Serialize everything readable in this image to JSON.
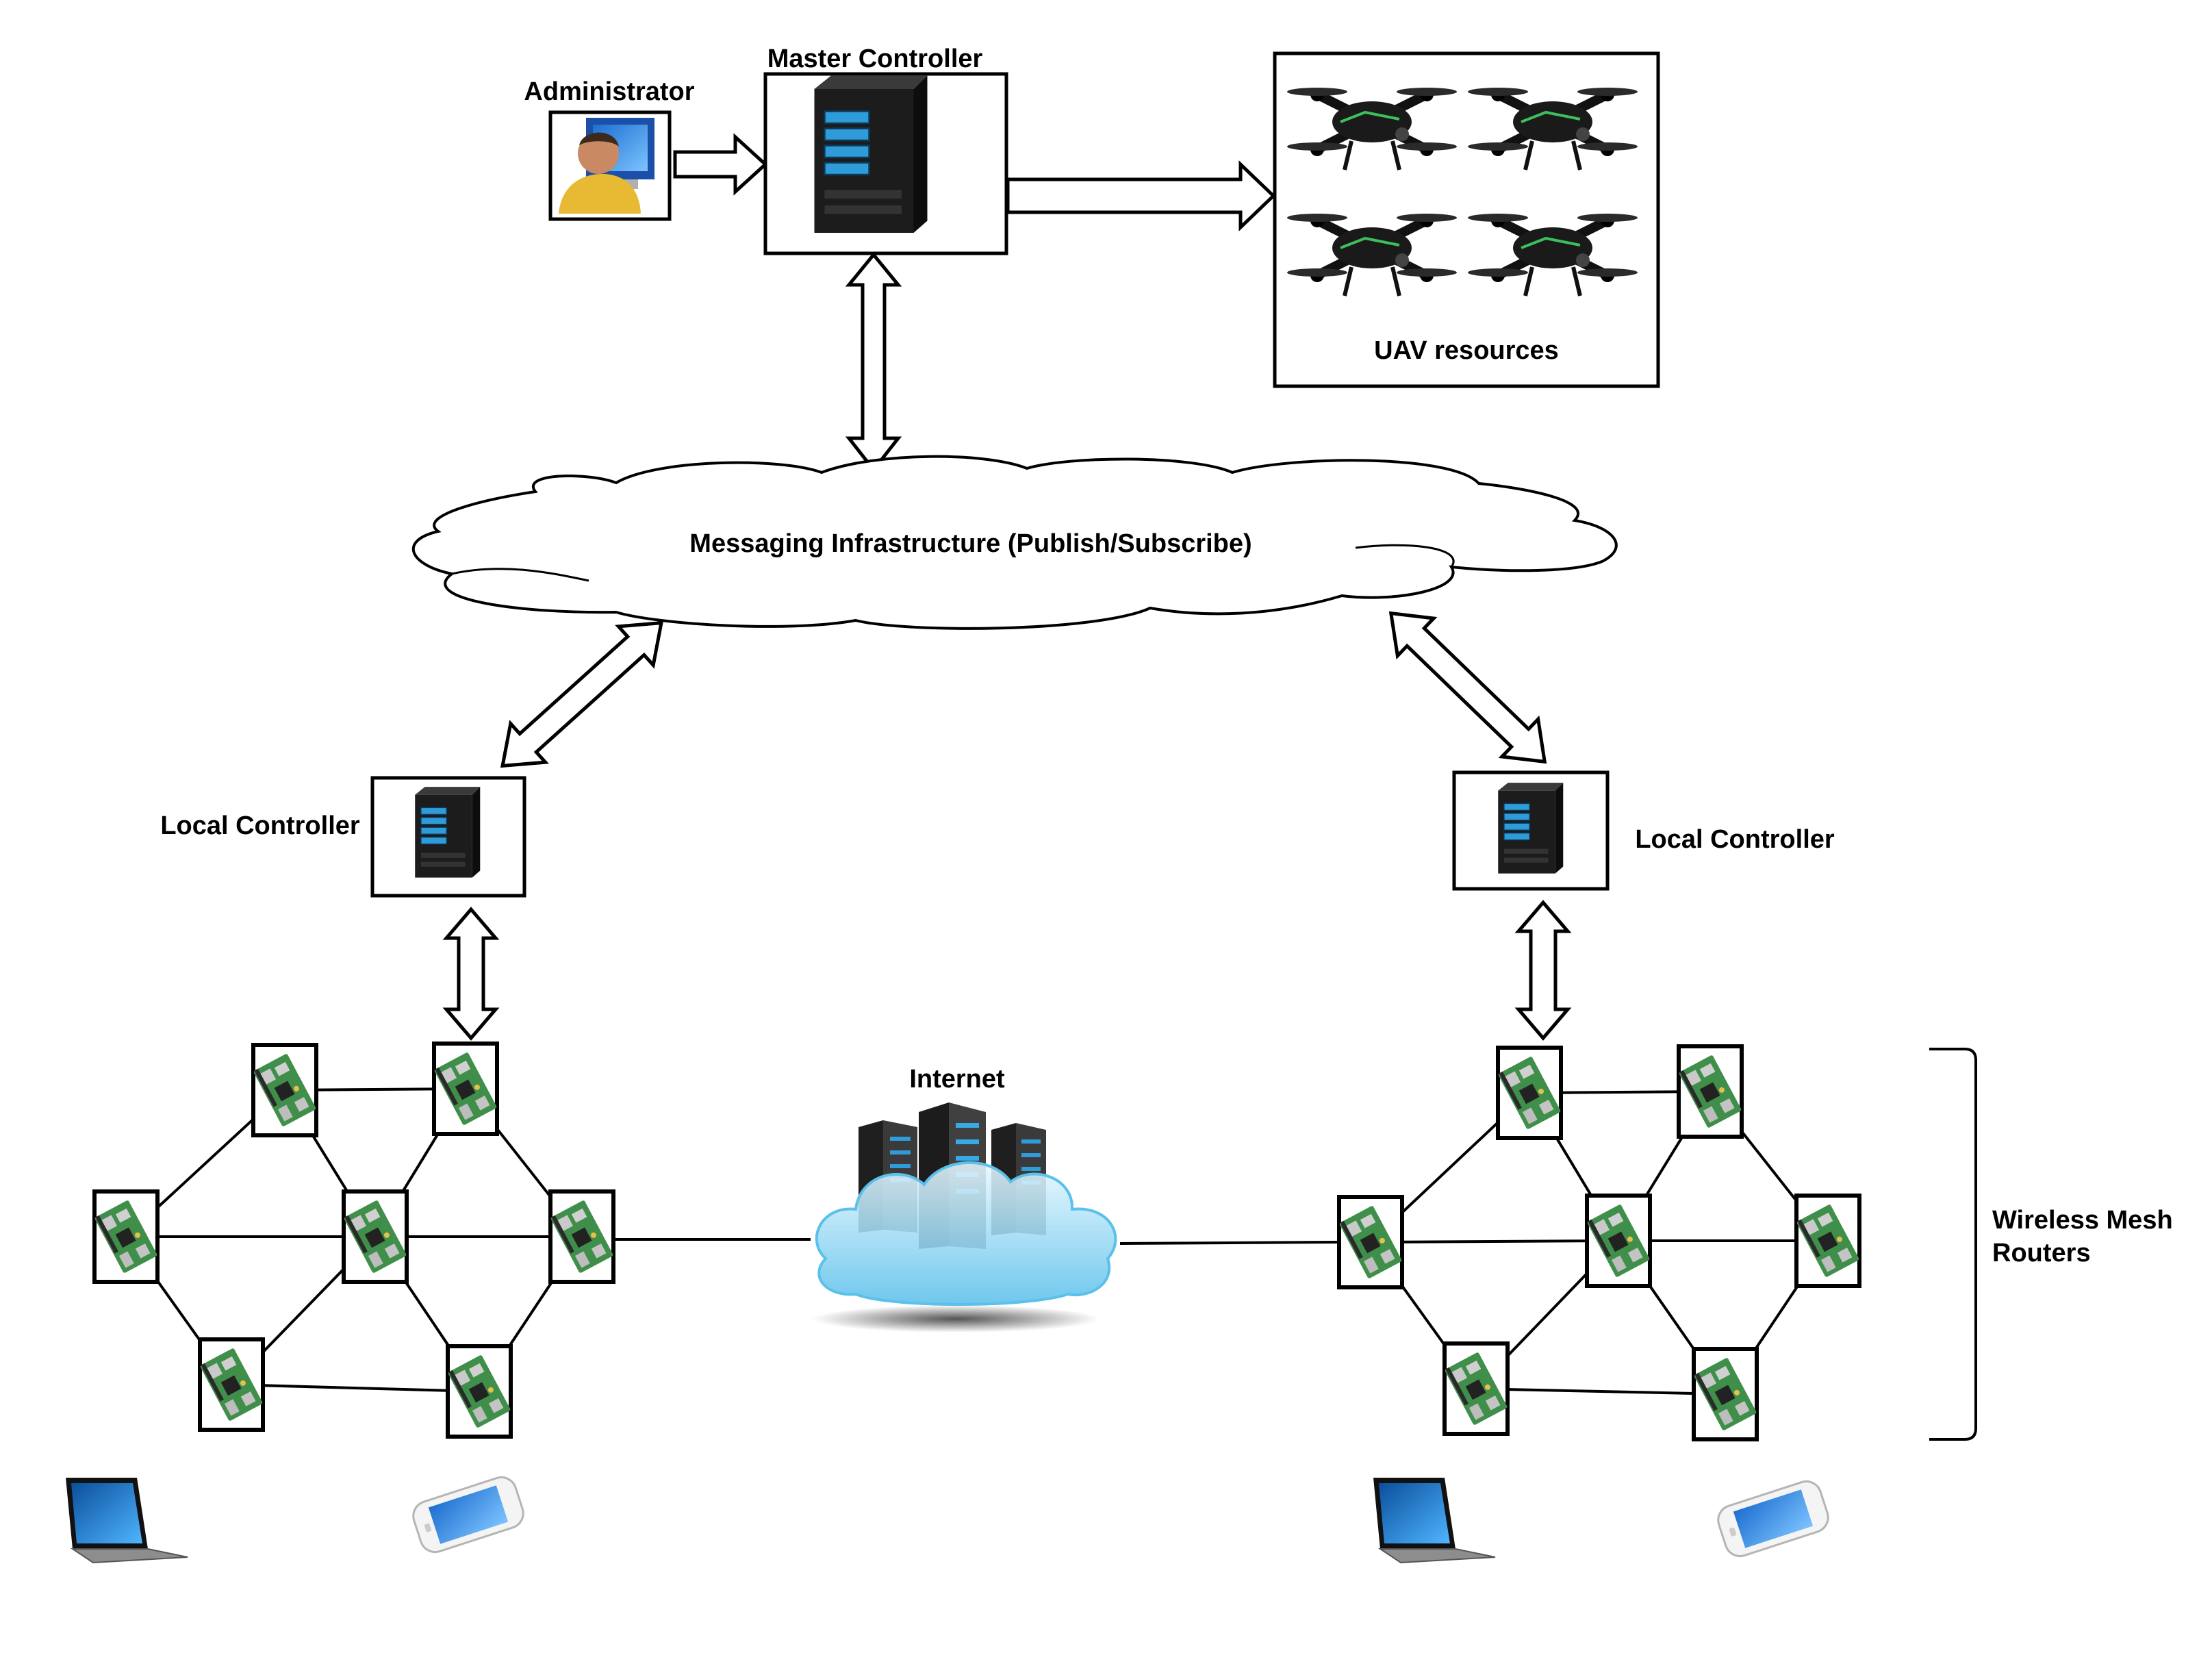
{
  "labels": {
    "administrator": "Administrator",
    "master_controller": "Master Controller",
    "uav_resources": "UAV resources",
    "messaging": "Messaging Infrastructure (Publish/Subscribe)",
    "local_controller_left": "Local Controller",
    "local_controller_right": "Local Controller",
    "internet": "Internet",
    "mesh_line1": "Wireless Mesh",
    "mesh_line2": "Routers"
  },
  "icons": {
    "administrator": "administrator-icon",
    "server": "server-tower-icon",
    "drone": "quadcopter-drone-icon",
    "router": "raspberry-pi-router-icon",
    "cloud": "internet-cloud-datacenter-icon",
    "laptop": "laptop-icon",
    "phone": "smartphone-icon"
  },
  "colors": {
    "stroke": "#000000",
    "board_green": "#3f8f4a",
    "server_body": "#1c1c1c",
    "drive_bay": "#2f9bd8",
    "cloud_blue": "#7fd0ef"
  }
}
